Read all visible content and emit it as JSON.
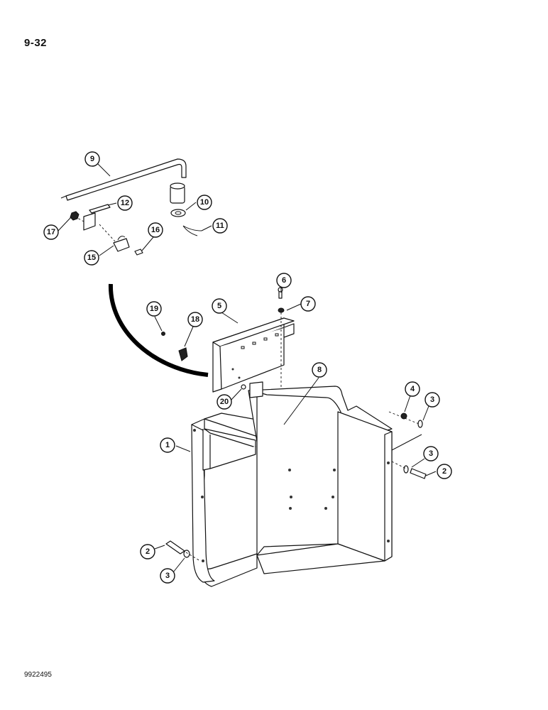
{
  "page_number": "9-32",
  "figure_code": "9922495",
  "callouts": [
    {
      "id": "1"
    },
    {
      "id": "2"
    },
    {
      "id": "2"
    },
    {
      "id": "3"
    },
    {
      "id": "3"
    },
    {
      "id": "3"
    },
    {
      "id": "4"
    },
    {
      "id": "5"
    },
    {
      "id": "6"
    },
    {
      "id": "7"
    },
    {
      "id": "8"
    },
    {
      "id": "9"
    },
    {
      "id": "10"
    },
    {
      "id": "11"
    },
    {
      "id": "12"
    },
    {
      "id": "15"
    },
    {
      "id": "16"
    },
    {
      "id": "17"
    },
    {
      "id": "18"
    },
    {
      "id": "19"
    },
    {
      "id": "20"
    },
    {
      "id": "2"
    }
  ],
  "labels": {
    "c1": "1",
    "c2a": "2",
    "c2b": "2",
    "c3a": "3",
    "c3b": "3",
    "c3c": "3",
    "c4": "4",
    "c5": "5",
    "c6": "6",
    "c7": "7",
    "c8": "8",
    "c9": "9",
    "c10": "10",
    "c11": "11",
    "c12": "12",
    "c15": "15",
    "c16": "16",
    "c17": "17",
    "c18": "18",
    "c19": "19",
    "c20": "20"
  }
}
